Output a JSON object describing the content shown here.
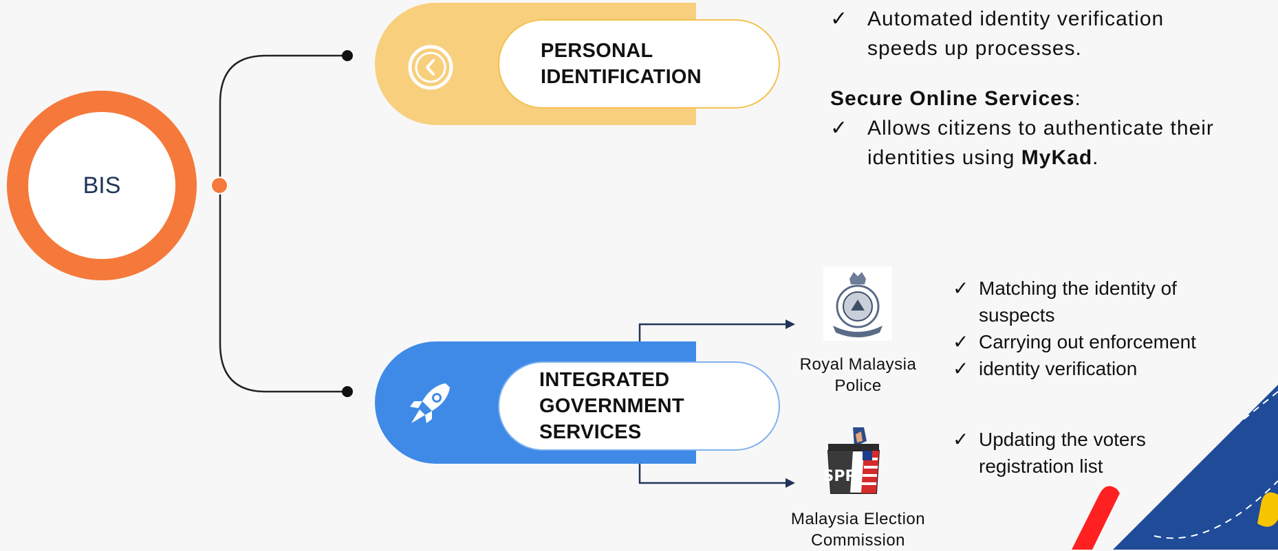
{
  "hub": {
    "label": "BIS"
  },
  "branches": [
    {
      "title": "PERSONAL\nIDENTIFICATION",
      "icon": "clock-icon",
      "color": "#f8cf7d",
      "outline": "#f3c150"
    },
    {
      "title": "INTEGRATED\nGOVERNMENT\nSERVICES",
      "icon": "rocket-icon",
      "color": "#3f8ae6",
      "outline": "#7fb1ee"
    }
  ],
  "personal_identification": {
    "point1": "Automated identity verification",
    "point1_cont": "speeds up processes.",
    "heading": "Secure Online Services",
    "heading_suffix": ":",
    "point2_pre": "Allows citizens to authenticate their",
    "point2_mid": "identities using ",
    "point2_bold": "MyKad",
    "point2_post": "."
  },
  "agencies": [
    {
      "name_line1": "Royal Malaysia",
      "name_line2": "Police",
      "logo": "police-crest-icon",
      "bullets": [
        "Matching the identity of",
        "suspects",
        "Carrying out enforcement",
        "identity verification"
      ]
    },
    {
      "name_line1": "Malaysia Election",
      "name_line2": "Commission",
      "logo": "spr-ballot-box-icon",
      "logo_text": "SPR",
      "bullets": [
        "Updating the voters",
        "registration list"
      ]
    }
  ],
  "check_symbol": "✓",
  "colors": {
    "accent_orange": "#f5793a",
    "navy": "#1f3457",
    "line": "#222222"
  }
}
